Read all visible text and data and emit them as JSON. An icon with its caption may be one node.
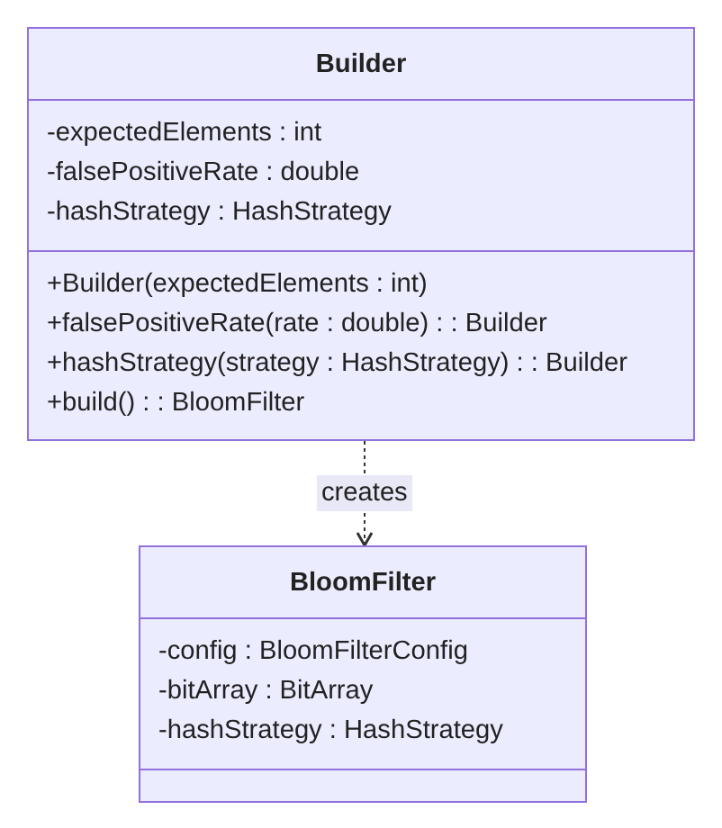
{
  "diagram": {
    "nodes": [
      {
        "text": [
          "Builder"
        ]
      },
      {
        "text": [
          "-expectedElements : int",
          "-falsePositiveRate : double",
          "-hashStrategy : HashStrategy"
        ],
        "in": 0
      },
      {
        "text": [
          "+Builder(expectedElements : int)",
          "+falsePositiveRate(rate : double) : : Builder",
          "+hashStrategy(strategy : HashStrategy) : : Builder",
          "+build() : : BloomFilter"
        ],
        "in": 0
      },
      {
        "text": [
          "BloomFilter"
        ]
      },
      {
        "text": [
          "-config : BloomFilterConfig",
          "-bitArray : BitArray",
          "-hashStrategy : HashStrategy"
        ],
        "in": 3
      },
      {
        "text": [],
        "shape": "box",
        "in": 3
      }
    ],
    "edges": [
      {
        "from": 0,
        "to": 3,
        "arrow": "to",
        "style": "dashed",
        "label": "creates"
      }
    ]
  }
}
